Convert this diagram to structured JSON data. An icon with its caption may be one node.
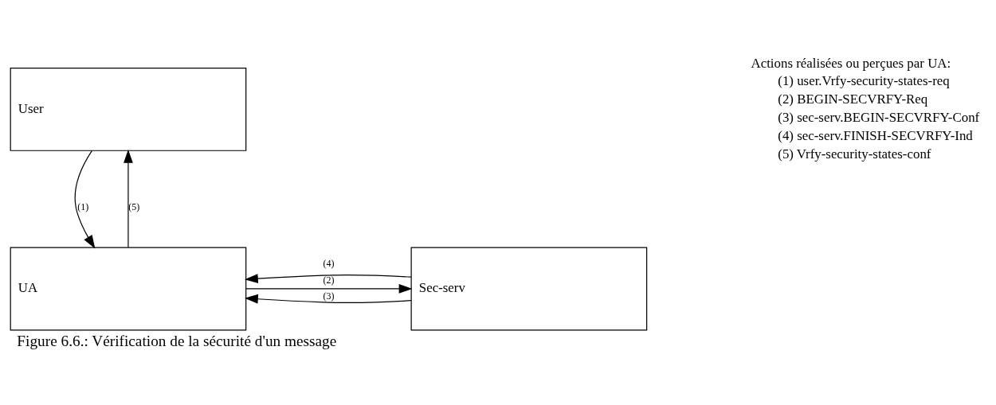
{
  "diagram": {
    "caption": "Figure 6.6.: Vérification de la sécurité d'un message",
    "nodes": [
      {
        "text": [
          "User"
        ]
      },
      {
        "text": [
          "UA"
        ]
      },
      {
        "text": [
          "Sec-serv"
        ]
      }
    ],
    "edges": [
      {
        "from": 0,
        "to": 1,
        "arrow": "to",
        "label": "(1)"
      },
      {
        "from": 1,
        "to": 0,
        "arrow": "to",
        "label": "(5)"
      },
      {
        "from": 1,
        "to": 2,
        "arrow": "to",
        "label": "(2)"
      },
      {
        "from": 2,
        "to": 1,
        "arrow": "to",
        "label": "(3)"
      },
      {
        "from": 2,
        "to": 1,
        "arrow": "to",
        "label": "(4)"
      }
    ],
    "labels": [
      "Actions réalisées ou perçues par UA:",
      "(1) user.Vrfy-security-states-req",
      "(2) BEGIN-SECVRFY-Req",
      "(3) sec-serv.BEGIN-SECVRFY-Conf",
      "(4) sec-serv.FINISH-SECVRFY-Ind",
      "(5) Vrfy-security-states-conf"
    ]
  }
}
